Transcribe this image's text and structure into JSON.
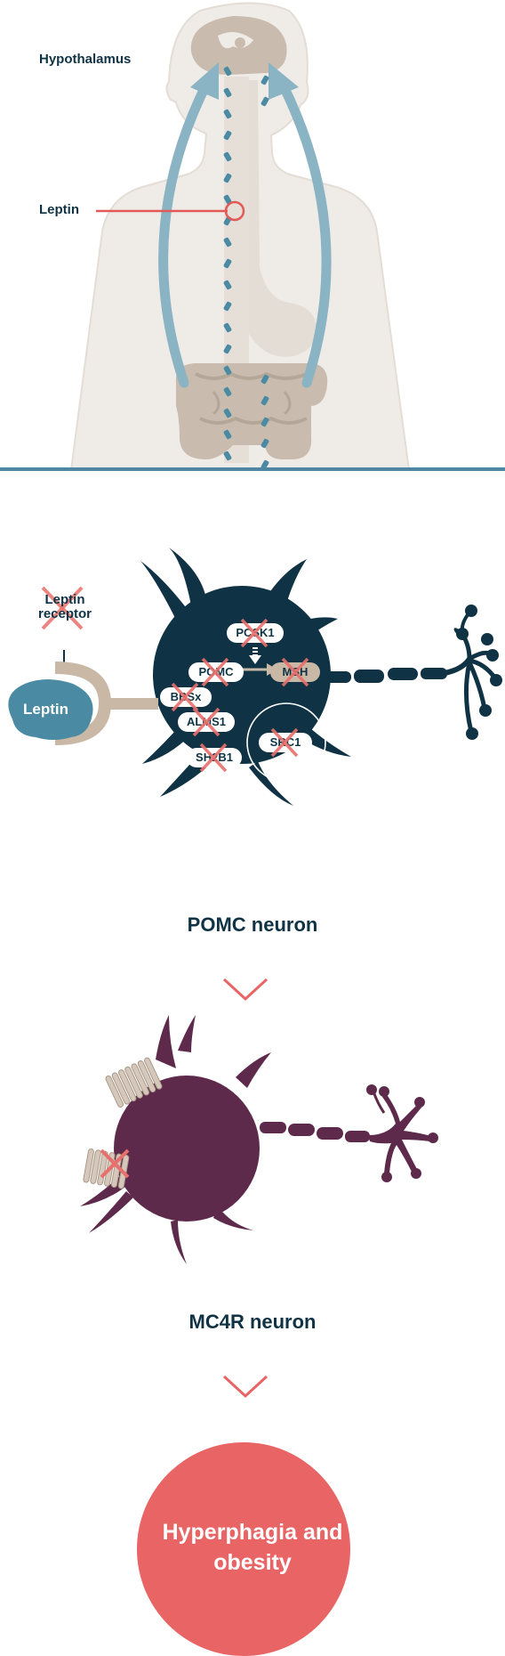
{
  "labels": {
    "hypothalamus": "Hypothalamus",
    "leptin": "Leptin",
    "leptin_receptor": "Leptin receptor",
    "leptin_blob": "Leptin",
    "pomc_neuron": "POMC neuron",
    "mc4r_neuron": "MC4R neuron",
    "result": "Hyperphagia and obesity"
  },
  "pomc_genes": [
    "PCSK1",
    "POMC",
    "MSH",
    "BBSx",
    "ALMS1",
    "SH2B1",
    "SRC1"
  ],
  "colors": {
    "body": "#efebe7",
    "body_outline": "#e3ddd6",
    "organ": "#c9bcae",
    "arrow_blue": "#8ab3c4",
    "dot_blue": "#4a8ba3",
    "leptin_line": "#e25a57",
    "pomc_dark": "#0f3344",
    "mc4r_purple": "#5e2a4b",
    "receptor_tan": "#c9b8a6",
    "cross": "#e8706c",
    "result_circle": "#e86465",
    "baseline": "#4f86a2"
  }
}
